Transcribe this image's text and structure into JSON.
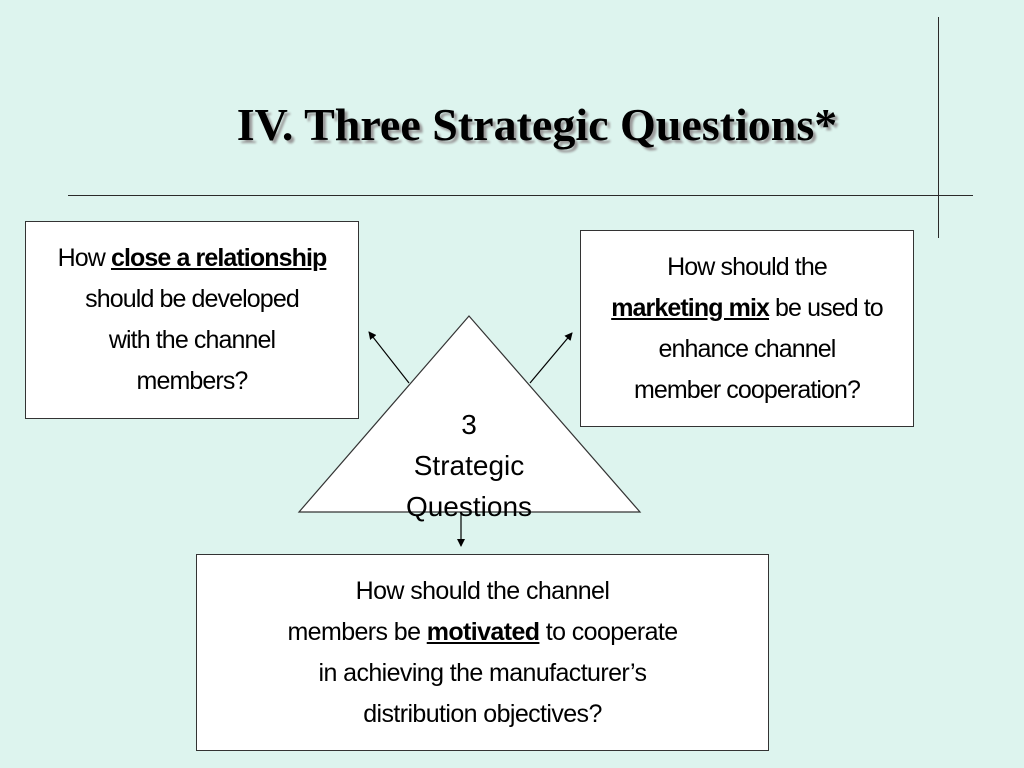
{
  "slide": {
    "title": "IV. Three Strategic Questions*"
  },
  "center": {
    "line1": "3",
    "line2": "Strategic",
    "line3": "Questions"
  },
  "left_box": {
    "pre": "How ",
    "bold": "close a relationship",
    "post1": "should be developed",
    "post2": "with the channel",
    "post3": "members?"
  },
  "right_box": {
    "line1": "How should the",
    "bold": "marketing mix",
    "after_bold": " be used to",
    "line3": "enhance channel",
    "line4": "member cooperation?"
  },
  "bottom_box": {
    "line1": "How should the channel",
    "pre": "members be ",
    "bold": "motivated",
    "after_bold": " to cooperate",
    "line3": "in achieving the manufacturer’s",
    "line4": "distribution objectives?"
  },
  "colors": {
    "background": "#ddf4ee",
    "box_fill": "#ffffff",
    "line": "#000000"
  }
}
